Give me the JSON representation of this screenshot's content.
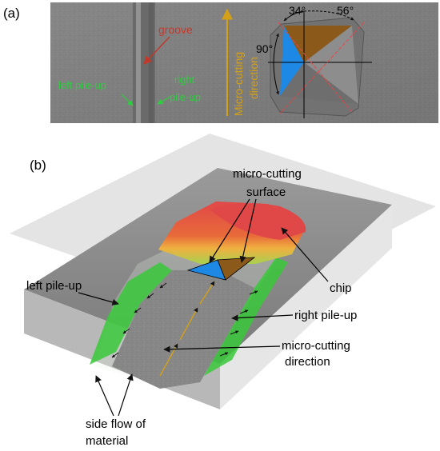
{
  "panel_a": {
    "label": "(a)",
    "groove": "groove",
    "left_pileup": "left pile-up",
    "right_pileup_line1": "right",
    "right_pileup_line2": "pile-up",
    "direction_line1": "Micro-cutting",
    "direction_line2": "direction",
    "angle_34": "34°",
    "angle_56": "56°",
    "angle_90": "90°"
  },
  "panel_b": {
    "label": "(b)",
    "surface_line1": "micro-cutting",
    "surface_line2": "surface",
    "chip": "chip",
    "left_pileup": "left pile-up",
    "right_pileup": "right pile-up",
    "direction_line1": "micro-cutting",
    "direction_line2": "direction",
    "side_flow_line1": "side flow of",
    "side_flow_line2": "material"
  },
  "colors": {
    "groove_label": "#c0392b",
    "pileup_label": "#2ecc40",
    "direction_label": "#d4a017",
    "blue_face": "#1e88e5",
    "brown_face": "#8b5a1a",
    "chip": "#e04848"
  }
}
